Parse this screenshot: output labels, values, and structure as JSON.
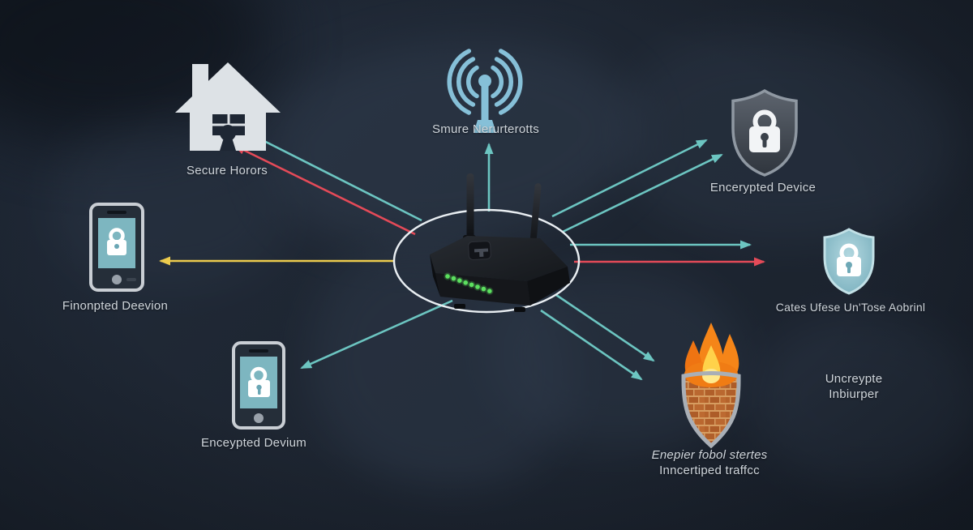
{
  "colors": {
    "background": "#1f2836",
    "map_landmass": "#303c4d",
    "arrow_teal": "#6cc5c1",
    "arrow_red": "#e44a58",
    "arrow_yellow": "#eccb4d",
    "hub_ellipse": "#e9eef2",
    "label_text": "#cfd5db",
    "icon_light_gray": "#dde2e6",
    "screen_teal": "#7db6c0",
    "wifi_blue": "#86c0d8",
    "led_green": "#5ce05f",
    "flame_orange": "#f58518",
    "flame_yellow": "#ffd24a",
    "brick_orange": "#b3622d"
  },
  "hub": {
    "led_count": 8
  },
  "nodes": {
    "home": {
      "label": "Secure Horors"
    },
    "wifi": {
      "label": "Smure Nerurterotts"
    },
    "shield_top_right": {
      "label": "Encerypted Device"
    },
    "shield_right": {
      "label": "Cates Ufese Un'Tose Aobrinl"
    },
    "phone_left": {
      "label": "Finonpted Deevion"
    },
    "phone_bottom": {
      "label": "Enceypted Devium"
    },
    "firewall": {
      "label_line1": "Enepier fobol stertes",
      "label_line2": "Inncertiped traffcc"
    },
    "note_bottom_right": {
      "line1": "Uncreypte",
      "line2": "Inbiurper"
    }
  }
}
